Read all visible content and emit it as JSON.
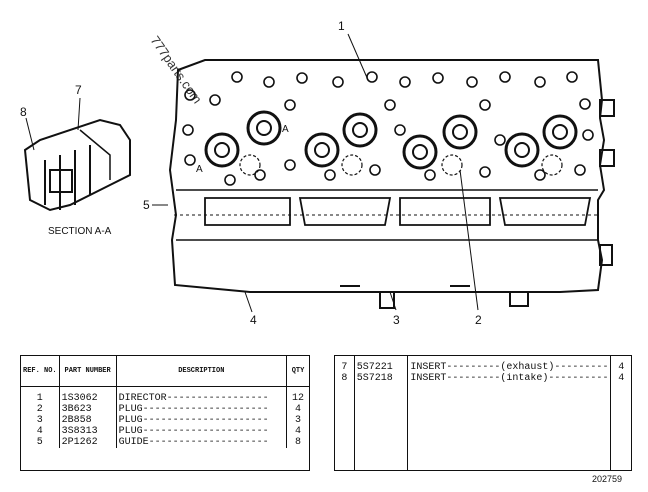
{
  "watermark": "777parts.com",
  "callouts": [
    "1",
    "2",
    "3",
    "4",
    "5",
    "7",
    "8"
  ],
  "section_marker": "A",
  "section_label": "SECTION A-A",
  "table_headers": {
    "ref": "REF. NO.",
    "part_number": "PART NUMBER",
    "description": "DESCRIPTION",
    "qty": "QTY"
  },
  "parts_left": [
    {
      "ref": "1",
      "pn": "1S3062",
      "desc": "DIRECTOR-----------------",
      "qty": "12"
    },
    {
      "ref": "2",
      "pn": "3B623",
      "desc": "PLUG---------------------",
      "qty": "4"
    },
    {
      "ref": "3",
      "pn": "2B858",
      "desc": "PLUG---------------------",
      "qty": "3"
    },
    {
      "ref": "4",
      "pn": "3S8313",
      "desc": "PLUG---------------------",
      "qty": "4"
    },
    {
      "ref": "5",
      "pn": "2P1262",
      "desc": "GUIDE--------------------",
      "qty": "8"
    }
  ],
  "parts_right": [
    {
      "ref": "7",
      "pn": "5S7221",
      "desc": "INSERT---------(exhaust)---------",
      "qty": "4"
    },
    {
      "ref": "8",
      "pn": "5S7218",
      "desc": "INSERT---------(intake)----------",
      "qty": "4"
    }
  ],
  "figure_number": "202759"
}
